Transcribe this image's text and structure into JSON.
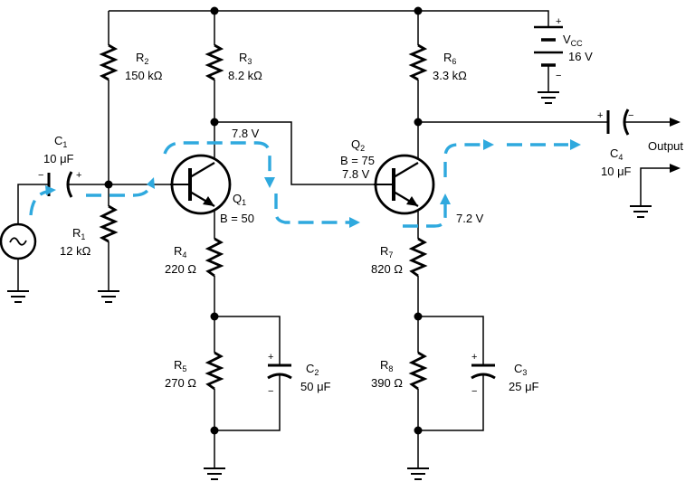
{
  "components": {
    "R1": {
      "letter": "R",
      "sub": "1",
      "value": "12 kΩ"
    },
    "R2": {
      "letter": "R",
      "sub": "2",
      "value": "150 kΩ"
    },
    "R3": {
      "letter": "R",
      "sub": "3",
      "value": "8.2 kΩ"
    },
    "R4": {
      "letter": "R",
      "sub": "4",
      "value": "220 Ω"
    },
    "R5": {
      "letter": "R",
      "sub": "5",
      "value": "270 Ω"
    },
    "R6": {
      "letter": "R",
      "sub": "6",
      "value": "3.3 kΩ"
    },
    "R7": {
      "letter": "R",
      "sub": "7",
      "value": "820 Ω"
    },
    "R8": {
      "letter": "R",
      "sub": "8",
      "value": "390 Ω"
    },
    "C1": {
      "letter": "C",
      "sub": "1",
      "value": "10 μF",
      "neg": "−",
      "pos": "+"
    },
    "C2": {
      "letter": "C",
      "sub": "2",
      "value": "50 μF",
      "pos": "+",
      "neg": "−"
    },
    "C3": {
      "letter": "C",
      "sub": "3",
      "value": "25 μF",
      "pos": "+",
      "neg": "−"
    },
    "C4": {
      "letter": "C",
      "sub": "4",
      "value": "10 μF",
      "pos": "+",
      "neg": "−"
    },
    "Q1": {
      "letter": "Q",
      "sub": "1",
      "beta": "B = 50"
    },
    "Q2": {
      "letter": "Q",
      "sub": "2",
      "beta": "B = 75",
      "base_voltage": "7.8 V"
    },
    "VCC": {
      "letter": "V",
      "sub": "CC",
      "value": "16 V",
      "pos": "+",
      "neg": "−"
    }
  },
  "voltages": {
    "q1_collector": "7.8 V",
    "q2_emitter": "7.2 V"
  },
  "output_label": "Output",
  "colors": {
    "wire": "#000000",
    "signal_path": "#2fa9de"
  },
  "icons": {
    "source": "ac-source-icon",
    "ground": "ground-icon",
    "battery": "battery-icon"
  }
}
